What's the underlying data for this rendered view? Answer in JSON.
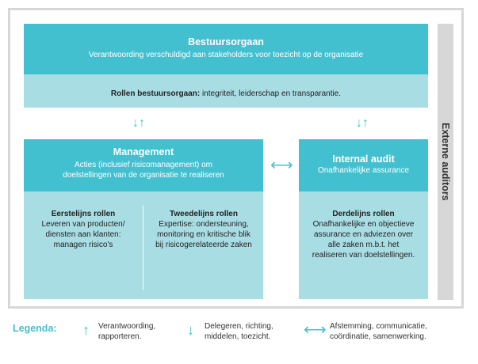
{
  "board": {
    "title": "Bestuursorgaan",
    "subtitle": "Verantwoording verschuldigd aan stakeholders voor toezicht op de organisatie",
    "roles_bold": "Rollen bestuursorgaan:",
    "roles_text": " integriteit, leiderschap en transparantie."
  },
  "management": {
    "title": "Management",
    "subtitle_line1": "Acties (inclusief risicomanagement) om",
    "subtitle_line2": "doelstellingen van de organisatie te realiseren",
    "first_line": {
      "title": "Eerstelijns rollen",
      "lines": [
        "Leveren van producten/",
        "diensten aan klanten:",
        "managen risico's"
      ]
    },
    "second_line": {
      "title": "Tweedelijns rollen",
      "lines": [
        "Expertise: ondersteuning,",
        "monitoring en kritische blik",
        "bij risicogerelateerde zaken"
      ]
    }
  },
  "internal_audit": {
    "title": "Internal audit",
    "subtitle": "Onafhankelijke assurance",
    "third_line": {
      "title": "Derdelijns rollen",
      "lines": [
        "Onafhankelijke en objectieve",
        "assurance en adviezen over",
        "alle zaken m.b.t. het",
        "realiseren van doelstellingen."
      ]
    }
  },
  "external_auditors": "Externe auditors",
  "arrows": {
    "up_down": "↓↑",
    "left_right": "⟷"
  },
  "legend": {
    "title": "Legenda:",
    "items": [
      {
        "glyph": "↑",
        "line1": "Verantwoording,",
        "line2": "rapporteren."
      },
      {
        "glyph": "↓",
        "line1": "Delegeren, richting,",
        "line2": "middelen, toezicht."
      },
      {
        "glyph": "⟷",
        "line1": "Afstemming, communicatie,",
        "line2": "coördinatie, samenwerking."
      }
    ]
  },
  "colors": {
    "teal": "#43c0cf",
    "light_teal": "#a9dde4",
    "grey": "#d7d7d7"
  }
}
